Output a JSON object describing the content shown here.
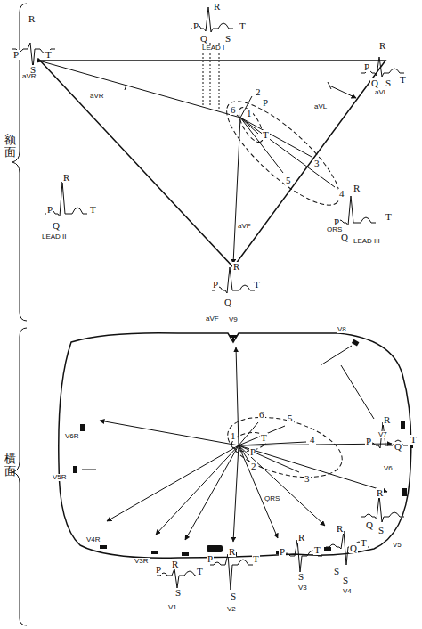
{
  "diagram": {
    "labels": [
      "R",
      "P",
      "S",
      "T",
      "aVR",
      "R",
      "P",
      "Q",
      "S",
      "T",
      "LEAD I",
      "R",
      "P",
      "Q",
      "S",
      "T",
      "aVL",
      "aVR",
      "aVL",
      "aVF",
      "2",
      "P",
      "6",
      "1",
      "T",
      "3",
      "5",
      "4",
      "ORS",
      "R",
      "P",
      "Q",
      "T",
      "LEAD II",
      "R",
      "P",
      "Q",
      "T",
      "LEAD III",
      "R",
      "P",
      "Q",
      "T",
      "aVF",
      "额面",
      "横面",
      "V9",
      "V8",
      "V7",
      "V6R",
      "V5R",
      "V4R",
      "V3R",
      "R",
      "P",
      "Q",
      "T",
      "V6",
      "R",
      "Q",
      "S",
      "V5",
      "R",
      "Q",
      "T",
      "S",
      "S",
      "V4",
      "R",
      "P",
      "T",
      "S",
      "V3",
      "P",
      "R",
      "T",
      "S",
      "V2",
      "P",
      "R",
      "T",
      "S",
      "V1",
      "6",
      "5",
      "4",
      "3",
      "1",
      "T",
      "P",
      "2",
      "QRS"
    ]
  }
}
